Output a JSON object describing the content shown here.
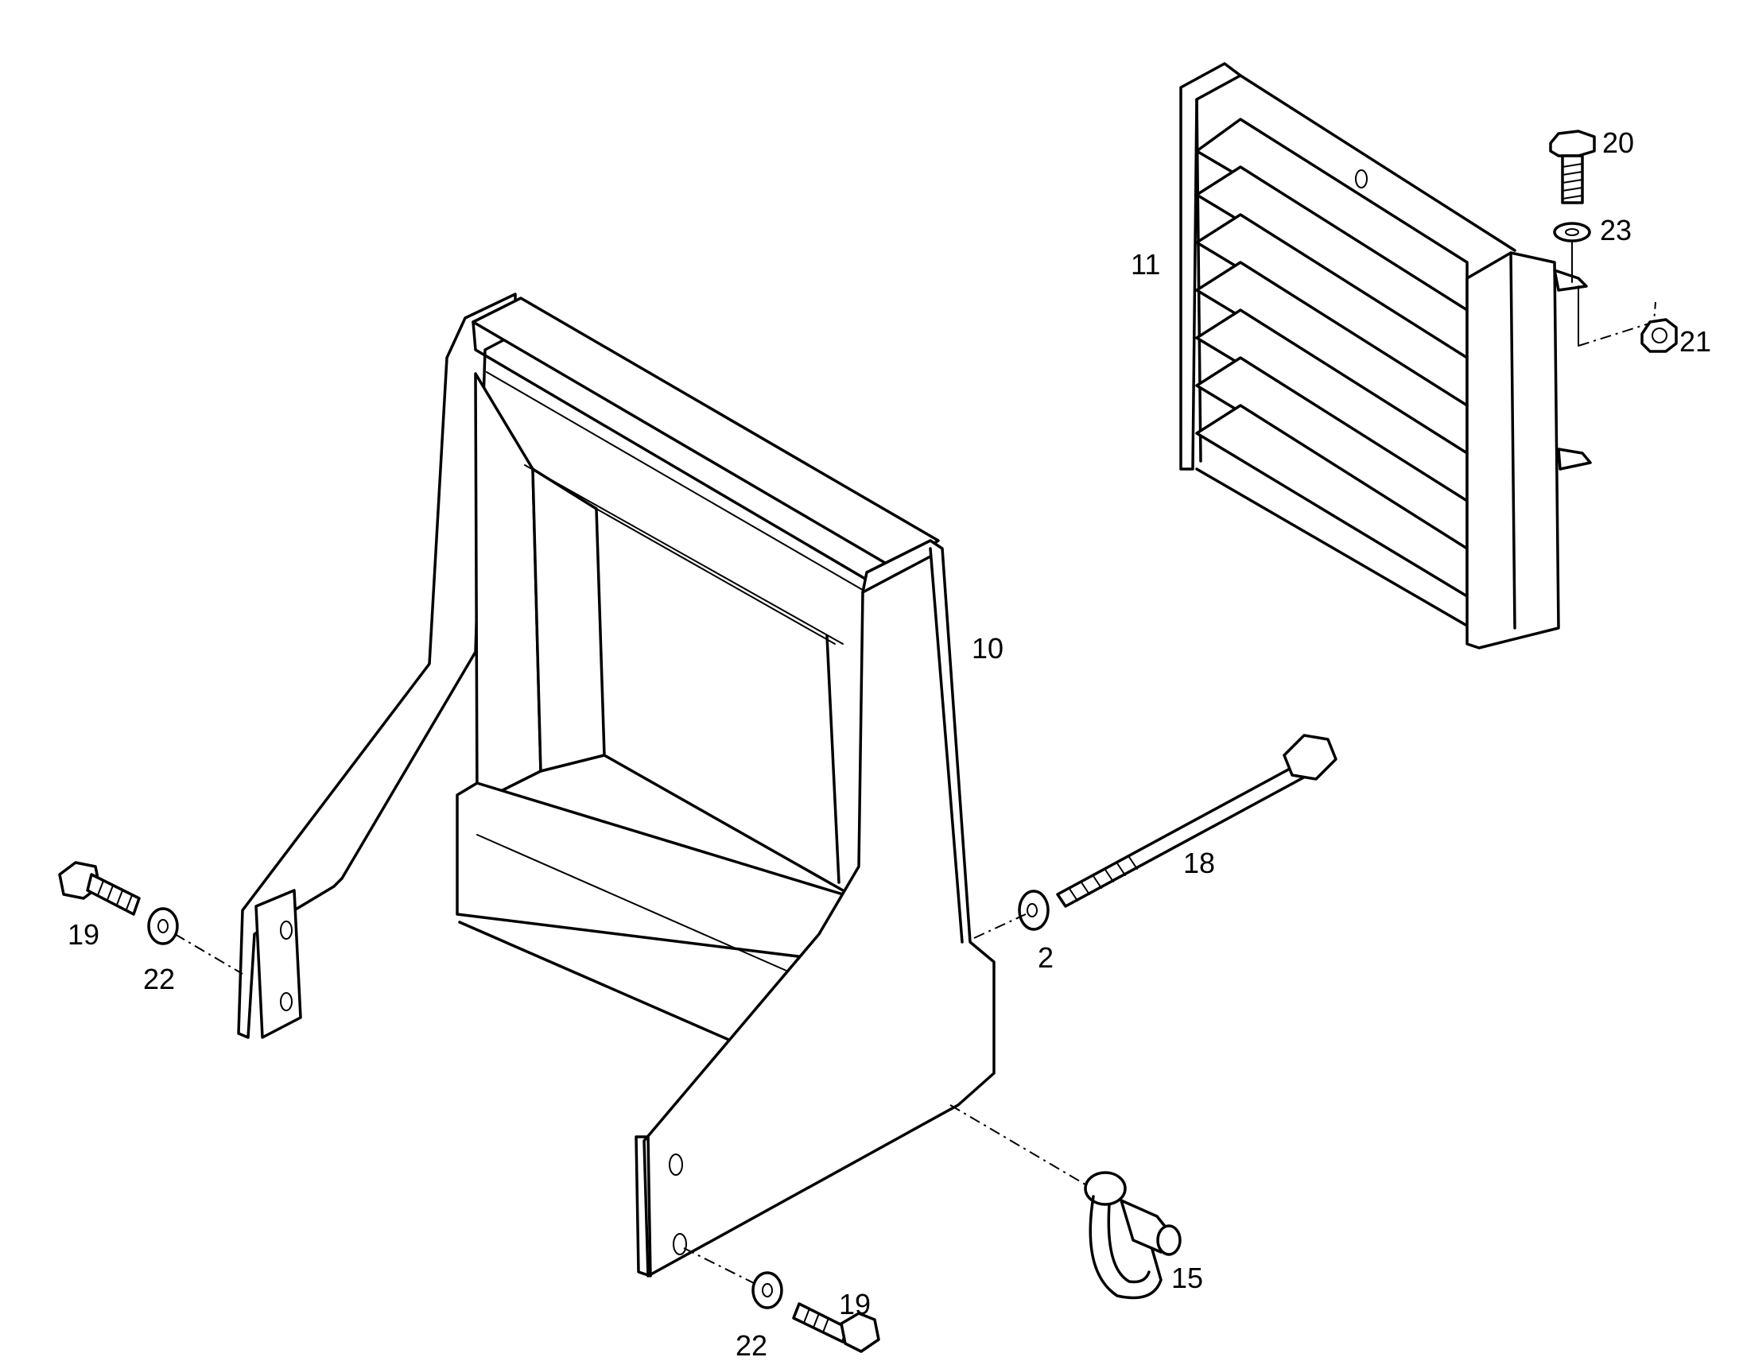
{
  "labels": {
    "p10": "10",
    "p11": "11",
    "p18": "18",
    "p2": "2",
    "p19a": "19",
    "p22a": "22",
    "p19b": "19",
    "p22b": "22",
    "p15": "15",
    "p20": "20",
    "p23": "23",
    "p21": "21"
  }
}
